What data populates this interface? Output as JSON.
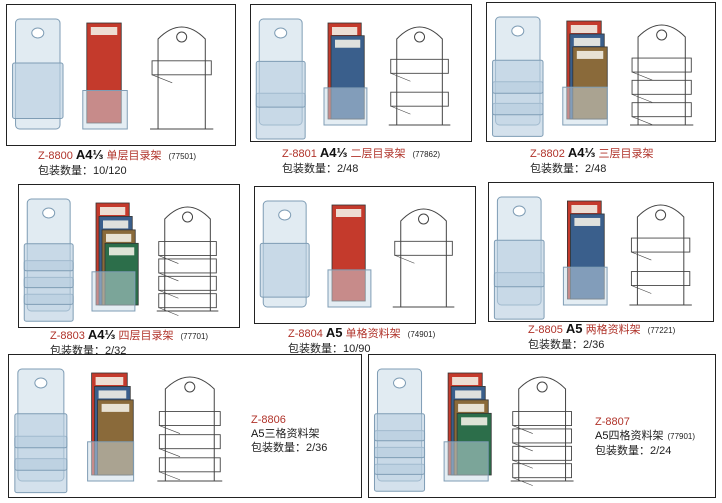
{
  "products": [
    {
      "code": "Z-8800",
      "size": "A4⅓",
      "name": "单层目录架",
      "ref": "(77501)",
      "pack": "包装数量：10/120",
      "tiers": 1,
      "brochures": 1
    },
    {
      "code": "Z-8801",
      "size": "A4⅓",
      "name": "二层目录架",
      "ref": "(77862)",
      "pack": "包装数量：2/48",
      "tiers": 2,
      "brochures": 2
    },
    {
      "code": "Z-8802",
      "size": "A4⅓",
      "name": "三层目录架",
      "ref": "",
      "pack": "包装数量：2/48",
      "tiers": 3,
      "brochures": 3
    },
    {
      "code": "Z-8803",
      "size": "A4⅓",
      "name": "四层目录架",
      "ref": "(77701)",
      "pack": "包装数量：2/32",
      "tiers": 4,
      "brochures": 4
    },
    {
      "code": "Z-8804",
      "size": "A5",
      "name": "单格资料架",
      "ref": "(74901)",
      "pack": "包装数量：10/90",
      "tiers": 1,
      "brochures": 1
    },
    {
      "code": "Z-8805",
      "size": "A5",
      "name": "两格资料架",
      "ref": "(77221)",
      "pack": "包装数量：2/36",
      "tiers": 2,
      "brochures": 2
    },
    {
      "code": "Z-8806",
      "size": "A5",
      "name": "三格资料架",
      "ref": "",
      "pack": "包装数量：2/36",
      "tiers": 3,
      "brochures": 3
    },
    {
      "code": "Z-8807",
      "size": "A5",
      "name": "四格资料架",
      "ref": "(77901)",
      "pack": "包装数量：2/24",
      "tiers": 4,
      "brochures": 4
    }
  ],
  "colors": {
    "code": "#b0332a",
    "acrylic": "#c9dbe8",
    "acrylic_edge": "#7f9db5",
    "outline": "#444444"
  }
}
